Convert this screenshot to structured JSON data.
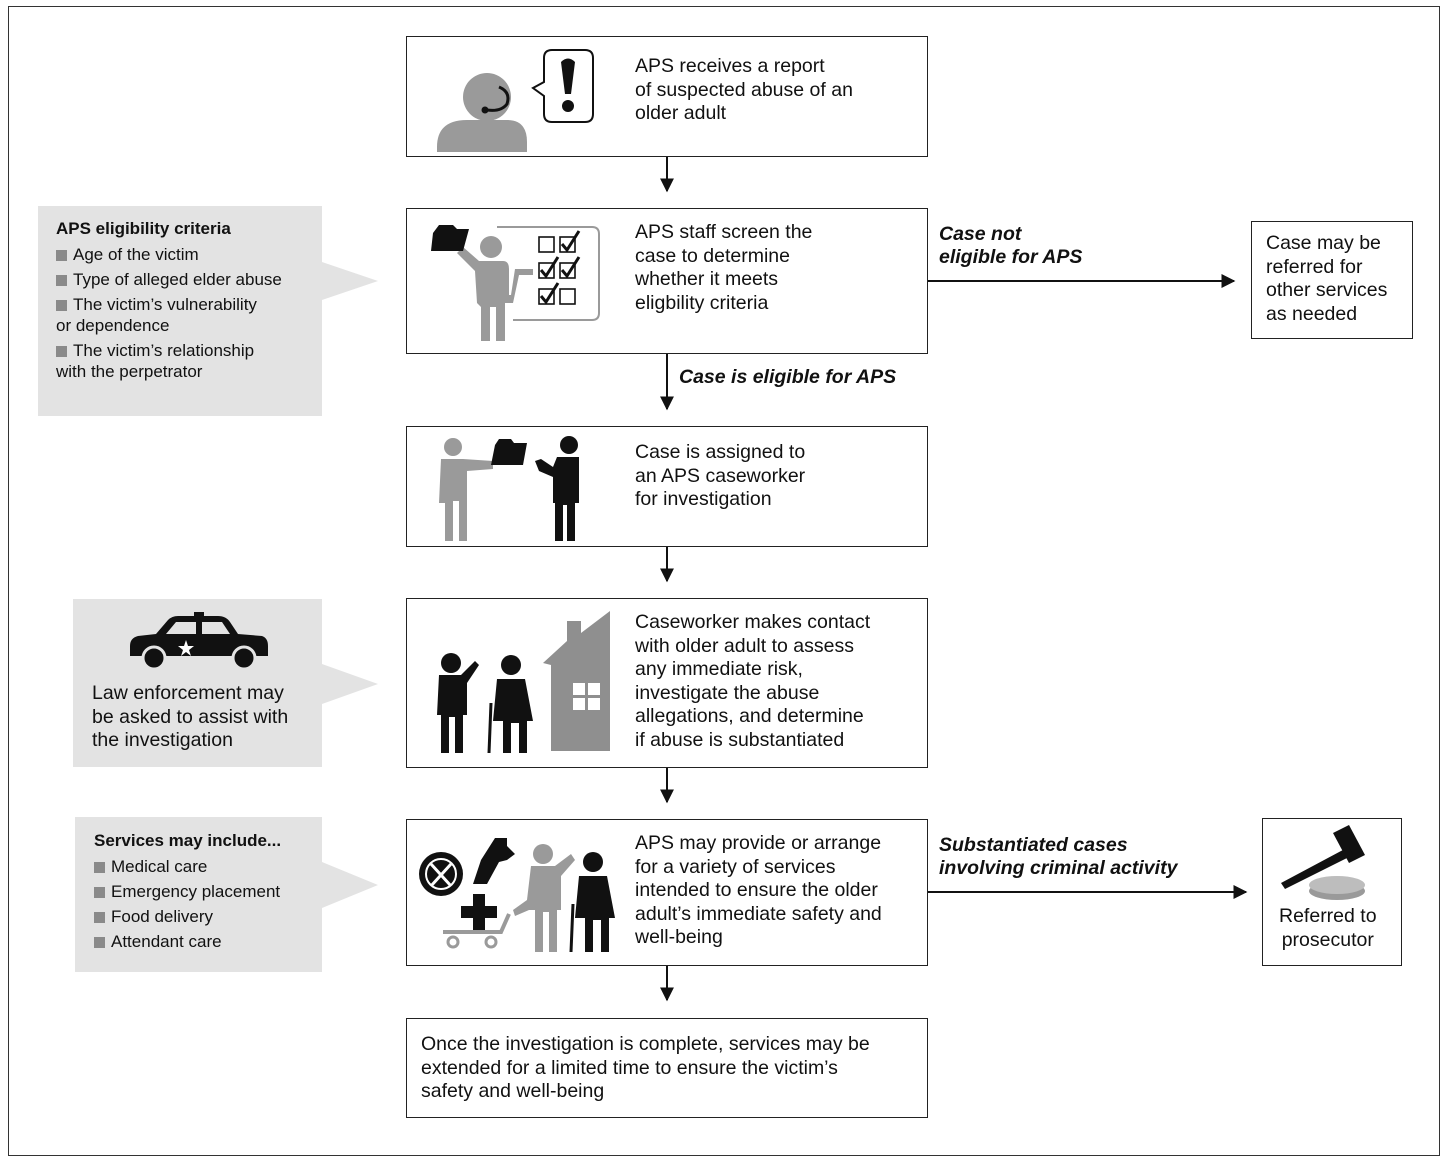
{
  "steps": {
    "receive": "APS receives a report\nof suspected abuse of an\nolder adult",
    "screen": "APS staff screen the\ncase to determine\nwhether it meets\neligbility criteria",
    "assign": "Case is assigned to\nan APS caseworker\nfor investigation",
    "contact": "Caseworker makes contact\nwith older adult to assess\nany immediate risk,\ninvestigate the abuse\nallegations, and determine\nif abuse is substantiated",
    "services": "APS may provide or arrange\nfor a variety of services\nintended to ensure the older\nadult’s immediate safety and\nwell-being",
    "complete": "Once the investigation is complete, services may be\nextended for a limited time to ensure the victim’s\nsafety and well-being",
    "referred_other": "Case may be\nreferred for\nother services\nas needed",
    "prosecutor": "Referred to\nprosecutor"
  },
  "branch_labels": {
    "not_eligible": "Case not\neligible for APS",
    "eligible": "Case is eligible for APS",
    "criminal": "Substantiated cases\ninvolving criminal activity"
  },
  "callouts": {
    "eligibility": {
      "title": "APS eligibility criteria",
      "items": [
        "Age of the victim",
        "Type of alleged elder abuse",
        "The victim’s vulnerability\nor dependence",
        "The victim’s relationship\nwith the perpetrator"
      ]
    },
    "law": "Law enforcement may\nbe asked to assist with\nthe investigation",
    "services": {
      "title": "Services may include...",
      "items": [
        "Medical care",
        "Emergency placement",
        "Food delivery",
        "Attendant care"
      ]
    }
  },
  "icons": [
    "headset-caller-icon",
    "alert-speech-bubble-icon",
    "checklist-presenter-icon",
    "folder-handoff-icon",
    "caseworker-visit-icon",
    "house-icon",
    "police-car-icon",
    "service-items-icon",
    "gavel-icon"
  ],
  "colors": {
    "icon_dark": "#111111",
    "icon_gray": "#9a9a9a",
    "callout_bg": "#e3e3e3",
    "square_bullet": "#8a8a8a"
  }
}
